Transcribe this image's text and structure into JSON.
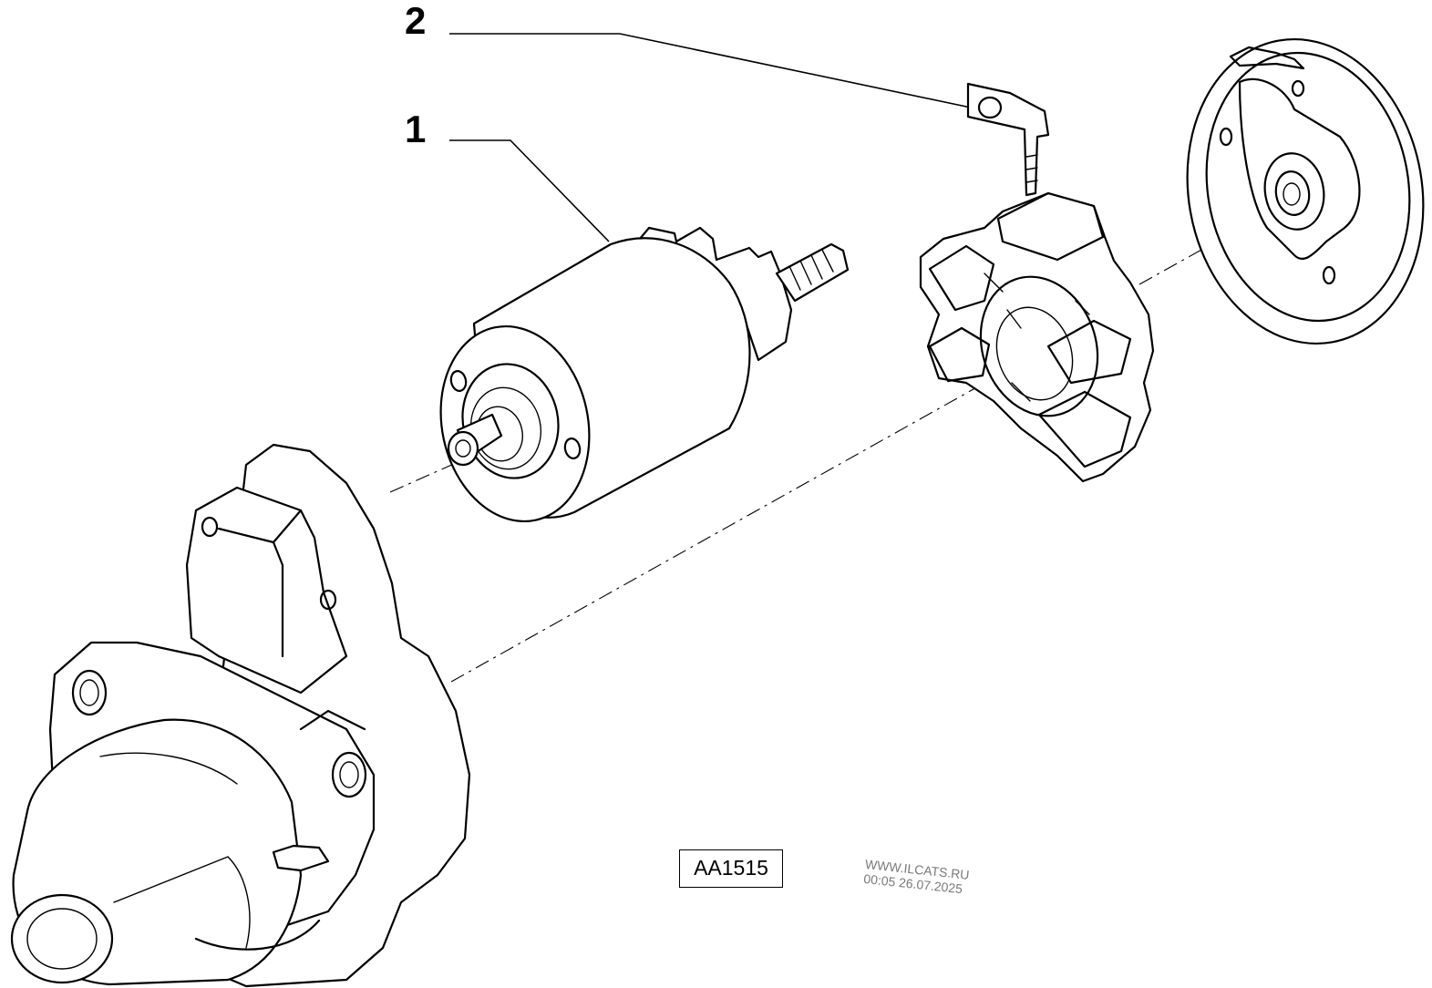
{
  "diagram": {
    "callouts": [
      {
        "label": "1"
      },
      {
        "label": "2"
      }
    ],
    "reference_code": "AA1515",
    "watermark": {
      "site": "WWW.ILCATS.RU",
      "timestamp": "00:05 26.07.2025"
    }
  }
}
